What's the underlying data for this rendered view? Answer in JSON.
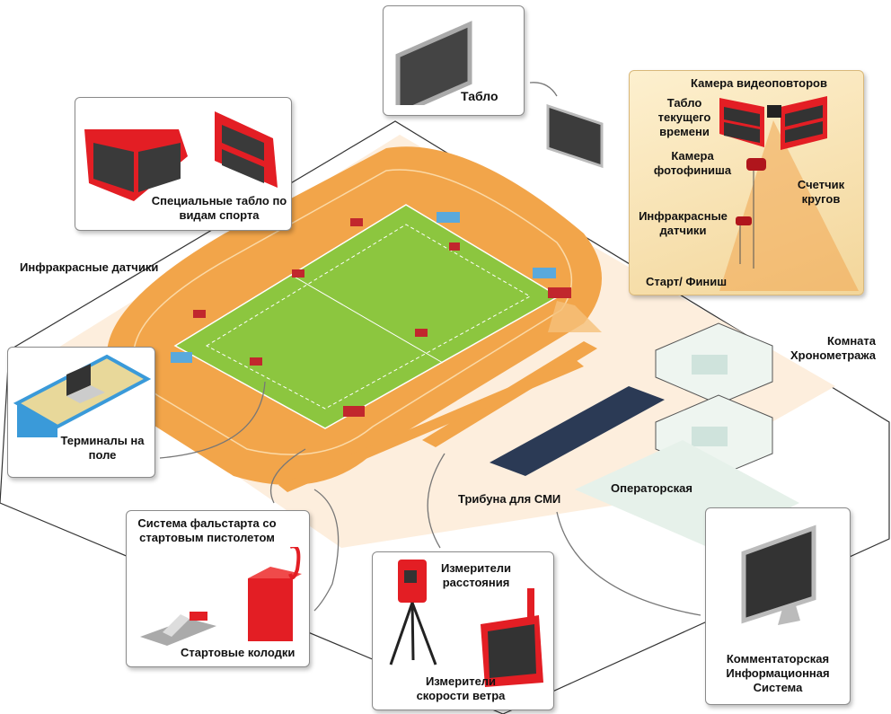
{
  "labels": {
    "tablo": "Табло",
    "special_tablo": "Специальные табло по видам спорта",
    "infrared_sensors": "Инфракрасные датчики",
    "terminals": "Терминалы на поле",
    "false_start": "Система фальстарта со стартовым пистолетом",
    "starting_blocks": "Стартовые колодки",
    "distance_meters": "Измерители расстояния",
    "wind_meters": "Измерители скорости ветра",
    "press_stand": "Трибуна для СМИ",
    "operator_room": "Операторская",
    "timing_room": "Комната Хронометража",
    "commentator_system": "Комментаторская Информационная Система"
  },
  "finish_detail": {
    "replay_camera": "Камера видеоповторов",
    "current_time_board": "Табло текущего времени",
    "photofinish_camera": "Камера фотофиниша",
    "lap_counter": "Счетчик кругов",
    "infrared_sensors": "Инфракрасные датчики",
    "start_finish": "Старт/ Финиш"
  },
  "colors": {
    "track": "#f2a54a",
    "field": "#8cc63f",
    "equipment": "#e31e24",
    "panel": "#fbe3b0"
  }
}
